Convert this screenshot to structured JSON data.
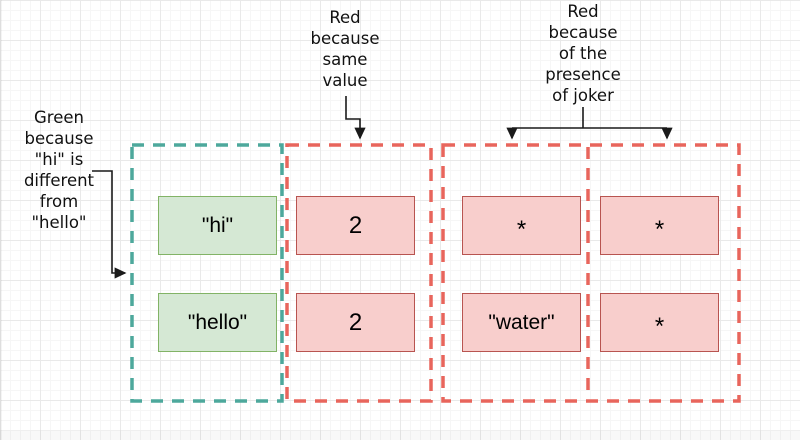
{
  "diagram": {
    "annotations": {
      "green_note": "Green\nbecause\n\"hi\" is\ndifferent\nfrom\n\"hello\"",
      "same_value_note": "Red\nbecause\nsame\nvalue",
      "joker_note": "Red\nbecause\nof the\npresence\nof joker"
    },
    "columns": [
      {
        "id": "strings",
        "border_color": "teal",
        "cells": [
          "\"hi\"",
          "\"hello\""
        ]
      },
      {
        "id": "counts",
        "border_color": "red",
        "cells": [
          "2",
          "2"
        ]
      },
      {
        "id": "joker-left",
        "border_color": "red",
        "cells": [
          "*",
          "\"water\""
        ]
      },
      {
        "id": "joker-right",
        "border_color": "red",
        "cells": [
          "*",
          "*"
        ]
      }
    ],
    "colors": {
      "teal_dash": "#4da89c",
      "red_dash": "#e8655c",
      "green_fill": "#d5e8d4",
      "green_stroke": "#82b366",
      "pink_fill": "#f8cecc",
      "pink_stroke": "#b85450",
      "arrow": "#1a1a1a"
    }
  }
}
